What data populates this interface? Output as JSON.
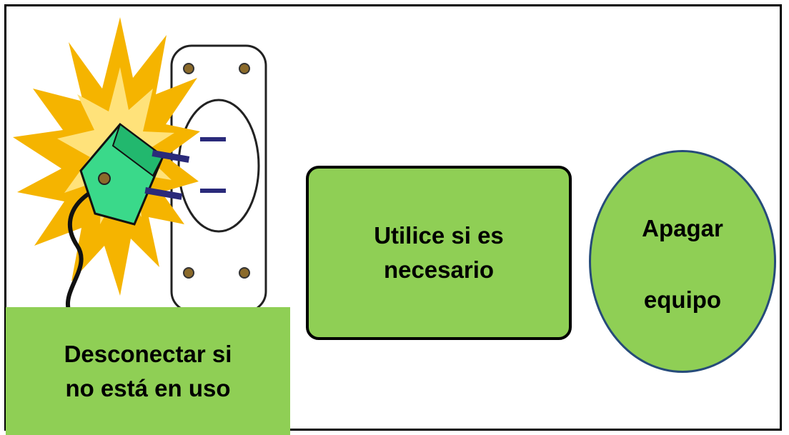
{
  "boxes": {
    "unplug": {
      "line1": "Desconectar si",
      "line2": "no está en uso"
    },
    "use": {
      "line1": "Utilice si es",
      "line2": "necesario"
    },
    "turn_off": {
      "line1": "Apagar",
      "line2": "equipo"
    }
  },
  "colors": {
    "box_fill": "#8fcf55",
    "ellipse_border": "#264b7a",
    "spark": "#f5b400",
    "plug": "#3ad98a"
  },
  "icons": {
    "illustration": "plug-sparking-at-outlet-icon"
  }
}
